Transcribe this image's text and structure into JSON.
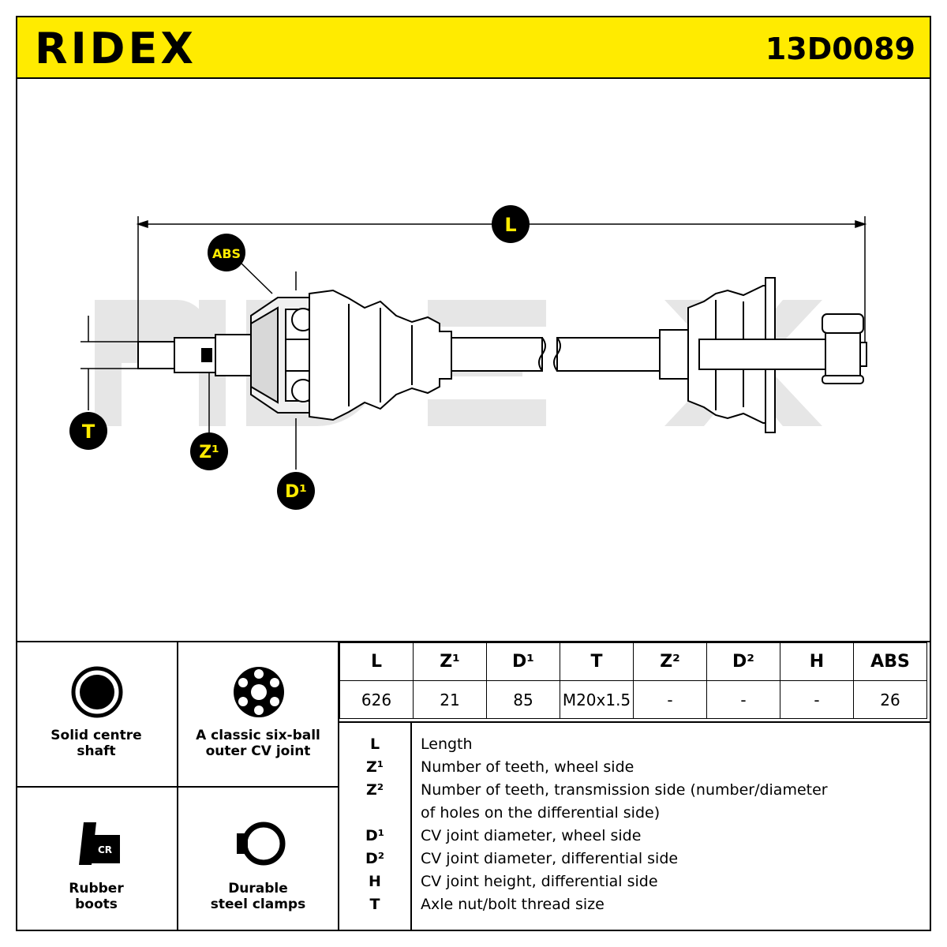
{
  "header": {
    "brand": "RIDEX",
    "part_number": "13D0089",
    "brand_color": "#ffeb00"
  },
  "diagram": {
    "labels": {
      "L": "L",
      "ABS": "ABS",
      "T": "T",
      "Z1": "Z¹",
      "D1": "D¹"
    },
    "watermark": "RIDEX"
  },
  "features": [
    {
      "label_line1": "Solid centre",
      "label_line2": "shaft",
      "icon": "solid-shaft-icon"
    },
    {
      "label_line1": "A classic six-ball",
      "label_line2": "outer CV joint",
      "icon": "six-ball-joint-icon"
    },
    {
      "label_line1": "Rubber",
      "label_line2": "boots",
      "icon": "rubber-boot-icon",
      "badge": "CR"
    },
    {
      "label_line1": "Durable",
      "label_line2": "steel clamps",
      "icon": "steel-clamp-icon"
    }
  ],
  "spec_table": {
    "headers": [
      "L",
      "Z¹",
      "D¹",
      "T",
      "Z²",
      "D²",
      "H",
      "ABS"
    ],
    "values": [
      "626",
      "21",
      "85",
      "M20x1.5",
      "-",
      "-",
      "-",
      "26"
    ]
  },
  "legend": [
    {
      "key": "L",
      "text": "Length"
    },
    {
      "key": "Z¹",
      "text": "Number of teeth, wheel side"
    },
    {
      "key": "Z²",
      "text": "Number of teeth, transmission side (number/diameter"
    },
    {
      "key": "",
      "text": "of holes on the differential side)"
    },
    {
      "key": "D¹",
      "text": "CV joint diameter, wheel side"
    },
    {
      "key": "D²",
      "text": "CV joint diameter, differential side"
    },
    {
      "key": "H",
      "text": "CV joint height, differential side"
    },
    {
      "key": "T",
      "text": "Axle nut/bolt thread size"
    }
  ]
}
